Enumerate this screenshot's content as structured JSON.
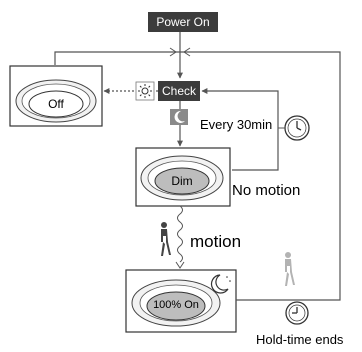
{
  "nodes": {
    "power_on": "Power On",
    "check": "Check",
    "off": "Off",
    "dim": "Dim",
    "full_on": "100% On"
  },
  "labels": {
    "every_30min": "Every 30min",
    "no_motion": "No motion",
    "motion": "motion",
    "hold_time_ends": "Hold-time ends"
  },
  "icons": {
    "sun": "sun-icon",
    "moon": "moon-icon",
    "clock": "clock-icon",
    "person": "person-walking-icon"
  },
  "colors": {
    "dark_box": "#3c3c3c",
    "lamp_gray": "#bdbdbd",
    "lamp_light": "#e9e9e9",
    "line": "#555555"
  }
}
